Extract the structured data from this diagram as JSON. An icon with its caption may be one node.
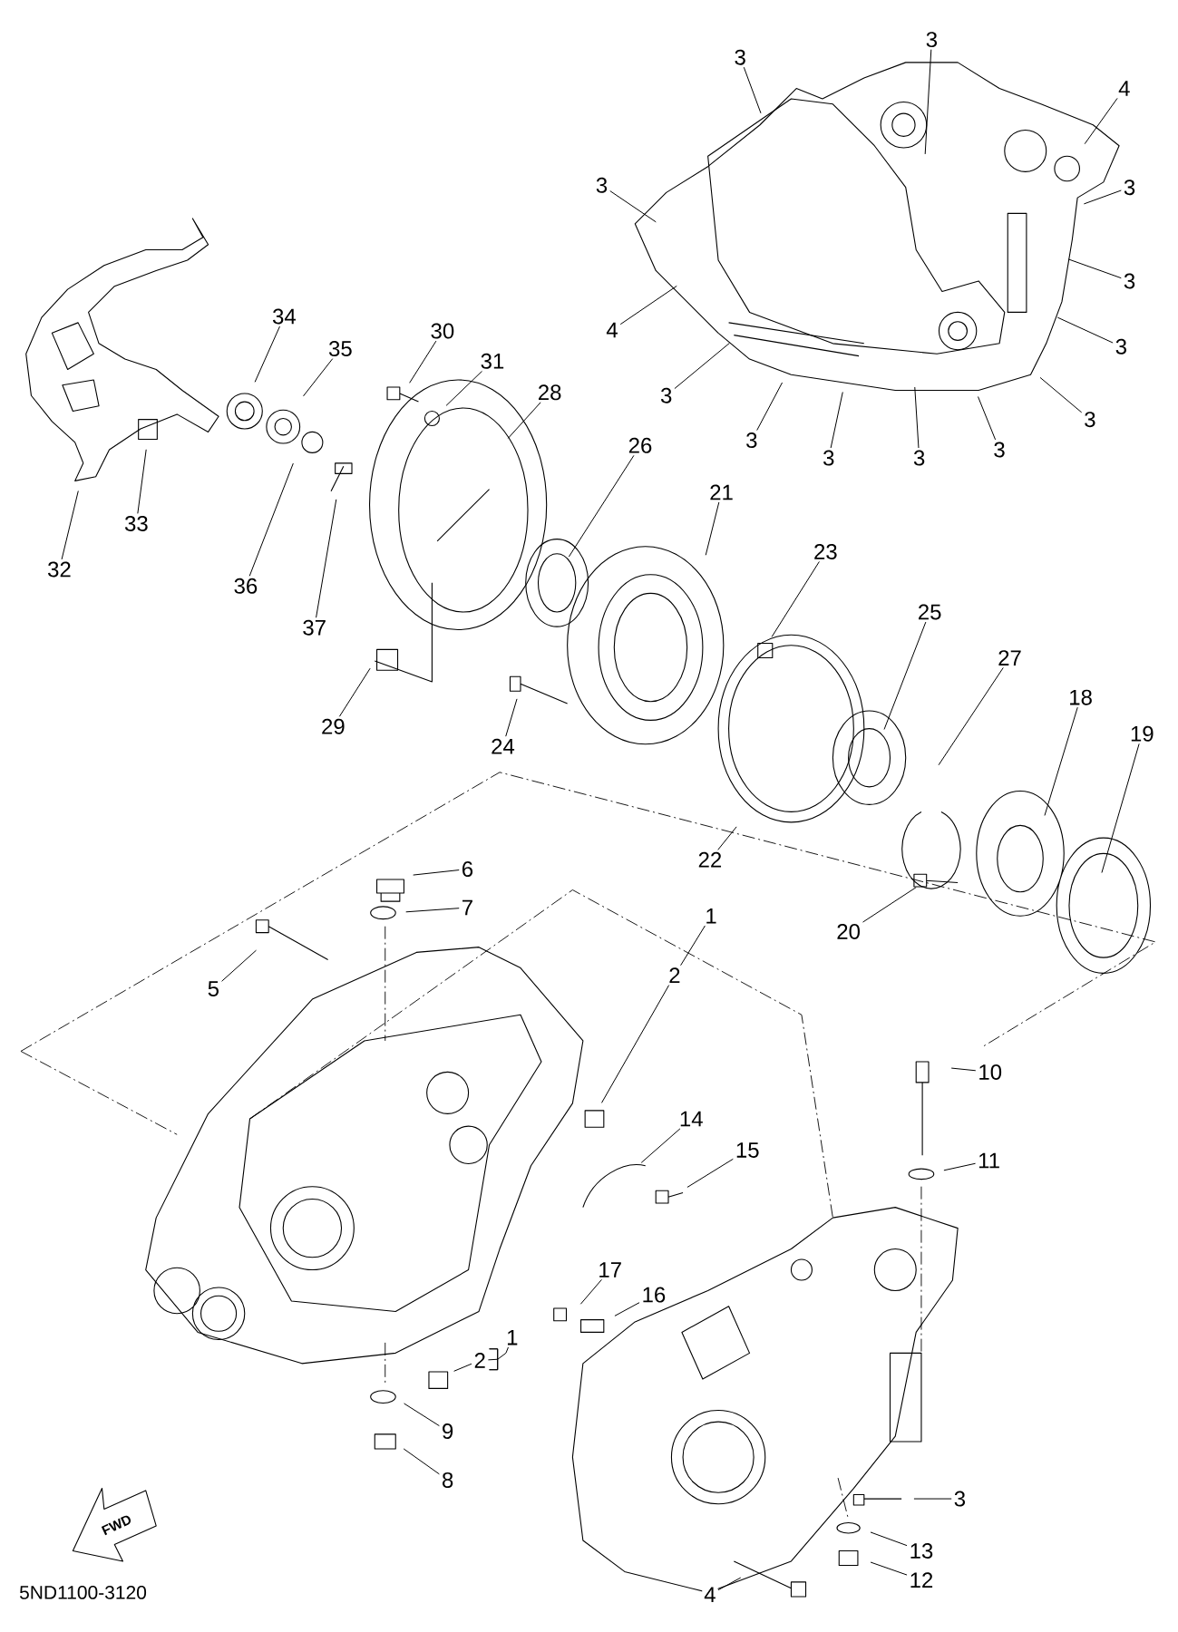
{
  "diagram": {
    "nodes": [
      {
        "text": [
          "3"
        ]
      },
      {
        "text": [
          "3"
        ]
      },
      {
        "text": [
          "4"
        ]
      },
      {
        "text": [
          "3"
        ]
      },
      {
        "text": [
          "3"
        ]
      },
      {
        "text": [
          "3"
        ]
      },
      {
        "text": [
          "34"
        ]
      },
      {
        "text": [
          "4"
        ]
      },
      {
        "text": [
          "30"
        ]
      },
      {
        "text": [
          "3"
        ]
      },
      {
        "text": [
          "35"
        ]
      },
      {
        "text": [
          "31"
        ]
      },
      {
        "text": [
          "28"
        ]
      },
      {
        "text": [
          "3"
        ]
      },
      {
        "text": [
          "3"
        ]
      },
      {
        "text": [
          "3"
        ]
      },
      {
        "text": [
          "26"
        ]
      },
      {
        "text": [
          "3"
        ]
      },
      {
        "text": [
          "3"
        ]
      },
      {
        "text": [
          "3"
        ]
      },
      {
        "text": [
          "21"
        ]
      },
      {
        "text": [
          "33"
        ]
      },
      {
        "text": [
          "23"
        ]
      },
      {
        "text": [
          "32"
        ]
      },
      {
        "text": [
          "36"
        ]
      },
      {
        "text": [
          "25"
        ]
      },
      {
        "text": [
          "37"
        ]
      },
      {
        "text": [
          "27"
        ]
      },
      {
        "text": [
          "18"
        ]
      },
      {
        "text": [
          "29"
        ]
      },
      {
        "text": [
          "19"
        ]
      },
      {
        "text": [
          "24"
        ]
      },
      {
        "text": [
          "22"
        ]
      },
      {
        "text": [
          "6"
        ]
      },
      {
        "text": [
          "7"
        ]
      },
      {
        "text": [
          "1"
        ]
      },
      {
        "text": [
          "20"
        ]
      },
      {
        "text": [
          "2"
        ]
      },
      {
        "text": [
          "5"
        ]
      },
      {
        "text": [
          "10"
        ]
      },
      {
        "text": [
          "14"
        ]
      },
      {
        "text": [
          "15"
        ]
      },
      {
        "text": [
          "11"
        ]
      },
      {
        "text": [
          "17"
        ]
      },
      {
        "text": [
          "16"
        ]
      },
      {
        "text": [
          "1"
        ]
      },
      {
        "text": [
          "2"
        ]
      },
      {
        "text": [
          "9"
        ]
      },
      {
        "text": [
          "3"
        ]
      },
      {
        "text": [
          "8"
        ]
      },
      {
        "text": [
          "13"
        ]
      },
      {
        "text": [
          "12"
        ]
      },
      {
        "text": [
          "4"
        ]
      }
    ],
    "edges": [
      {
        "from": 0,
        "to": null,
        "arrow": "none"
      },
      {
        "from": 1,
        "to": null,
        "arrow": "none"
      },
      {
        "from": 2,
        "to": null,
        "arrow": "none"
      },
      {
        "from": 3,
        "to": null,
        "arrow": "none"
      },
      {
        "from": 4,
        "to": null,
        "arrow": "none"
      },
      {
        "from": 5,
        "to": null,
        "arrow": "none"
      },
      {
        "from": 6,
        "to": null,
        "arrow": "none"
      },
      {
        "from": 7,
        "to": null,
        "arrow": "none"
      },
      {
        "from": 8,
        "to": null,
        "arrow": "none"
      },
      {
        "from": 9,
        "to": null,
        "arrow": "none"
      },
      {
        "from": 10,
        "to": null,
        "arrow": "none"
      },
      {
        "from": 11,
        "to": null,
        "arrow": "none"
      },
      {
        "from": 12,
        "to": null,
        "arrow": "none"
      },
      {
        "from": 13,
        "to": null,
        "arrow": "none"
      },
      {
        "from": 14,
        "to": null,
        "arrow": "none"
      },
      {
        "from": 15,
        "to": null,
        "arrow": "none"
      },
      {
        "from": 16,
        "to": null,
        "arrow": "none"
      },
      {
        "from": 17,
        "to": null,
        "arrow": "none"
      },
      {
        "from": 18,
        "to": null,
        "arrow": "none"
      },
      {
        "from": 19,
        "to": null,
        "arrow": "none"
      },
      {
        "from": 20,
        "to": null,
        "arrow": "none"
      },
      {
        "from": 21,
        "to": null,
        "arrow": "none"
      },
      {
        "from": 22,
        "to": null,
        "arrow": "none"
      },
      {
        "from": 23,
        "to": null,
        "arrow": "none"
      },
      {
        "from": 24,
        "to": null,
        "arrow": "none"
      },
      {
        "from": 25,
        "to": null,
        "arrow": "none"
      },
      {
        "from": 26,
        "to": null,
        "arrow": "none"
      },
      {
        "from": 27,
        "to": null,
        "arrow": "none"
      },
      {
        "from": 28,
        "to": null,
        "arrow": "none"
      },
      {
        "from": 29,
        "to": null,
        "arrow": "none"
      },
      {
        "from": 30,
        "to": null,
        "arrow": "none"
      },
      {
        "from": 31,
        "to": null,
        "arrow": "none"
      },
      {
        "from": 32,
        "to": null,
        "arrow": "none"
      },
      {
        "from": 33,
        "to": null,
        "arrow": "none"
      },
      {
        "from": 34,
        "to": null,
        "arrow": "none"
      },
      {
        "from": 35,
        "to": 37,
        "arrow": "none"
      },
      {
        "from": 36,
        "to": null,
        "arrow": "none"
      },
      {
        "from": 37,
        "to": null,
        "arrow": "none"
      },
      {
        "from": 38,
        "to": null,
        "arrow": "none"
      },
      {
        "from": 39,
        "to": null,
        "arrow": "none"
      },
      {
        "from": 40,
        "to": null,
        "arrow": "none"
      },
      {
        "from": 41,
        "to": null,
        "arrow": "none"
      },
      {
        "from": 42,
        "to": null,
        "arrow": "none"
      },
      {
        "from": 43,
        "to": null,
        "arrow": "none"
      },
      {
        "from": 44,
        "to": null,
        "arrow": "none"
      },
      {
        "from": 45,
        "to": 46,
        "arrow": "none"
      },
      {
        "from": 46,
        "to": null,
        "arrow": "none"
      },
      {
        "from": 47,
        "to": null,
        "arrow": "none"
      },
      {
        "from": 48,
        "to": null,
        "arrow": "none"
      },
      {
        "from": 49,
        "to": null,
        "arrow": "none"
      },
      {
        "from": 50,
        "to": null,
        "arrow": "none"
      },
      {
        "from": 51,
        "to": null,
        "arrow": "none"
      },
      {
        "from": 52,
        "to": null,
        "arrow": "none"
      }
    ],
    "labels": [
      "FWD",
      "5ND1100-3120"
    ]
  }
}
